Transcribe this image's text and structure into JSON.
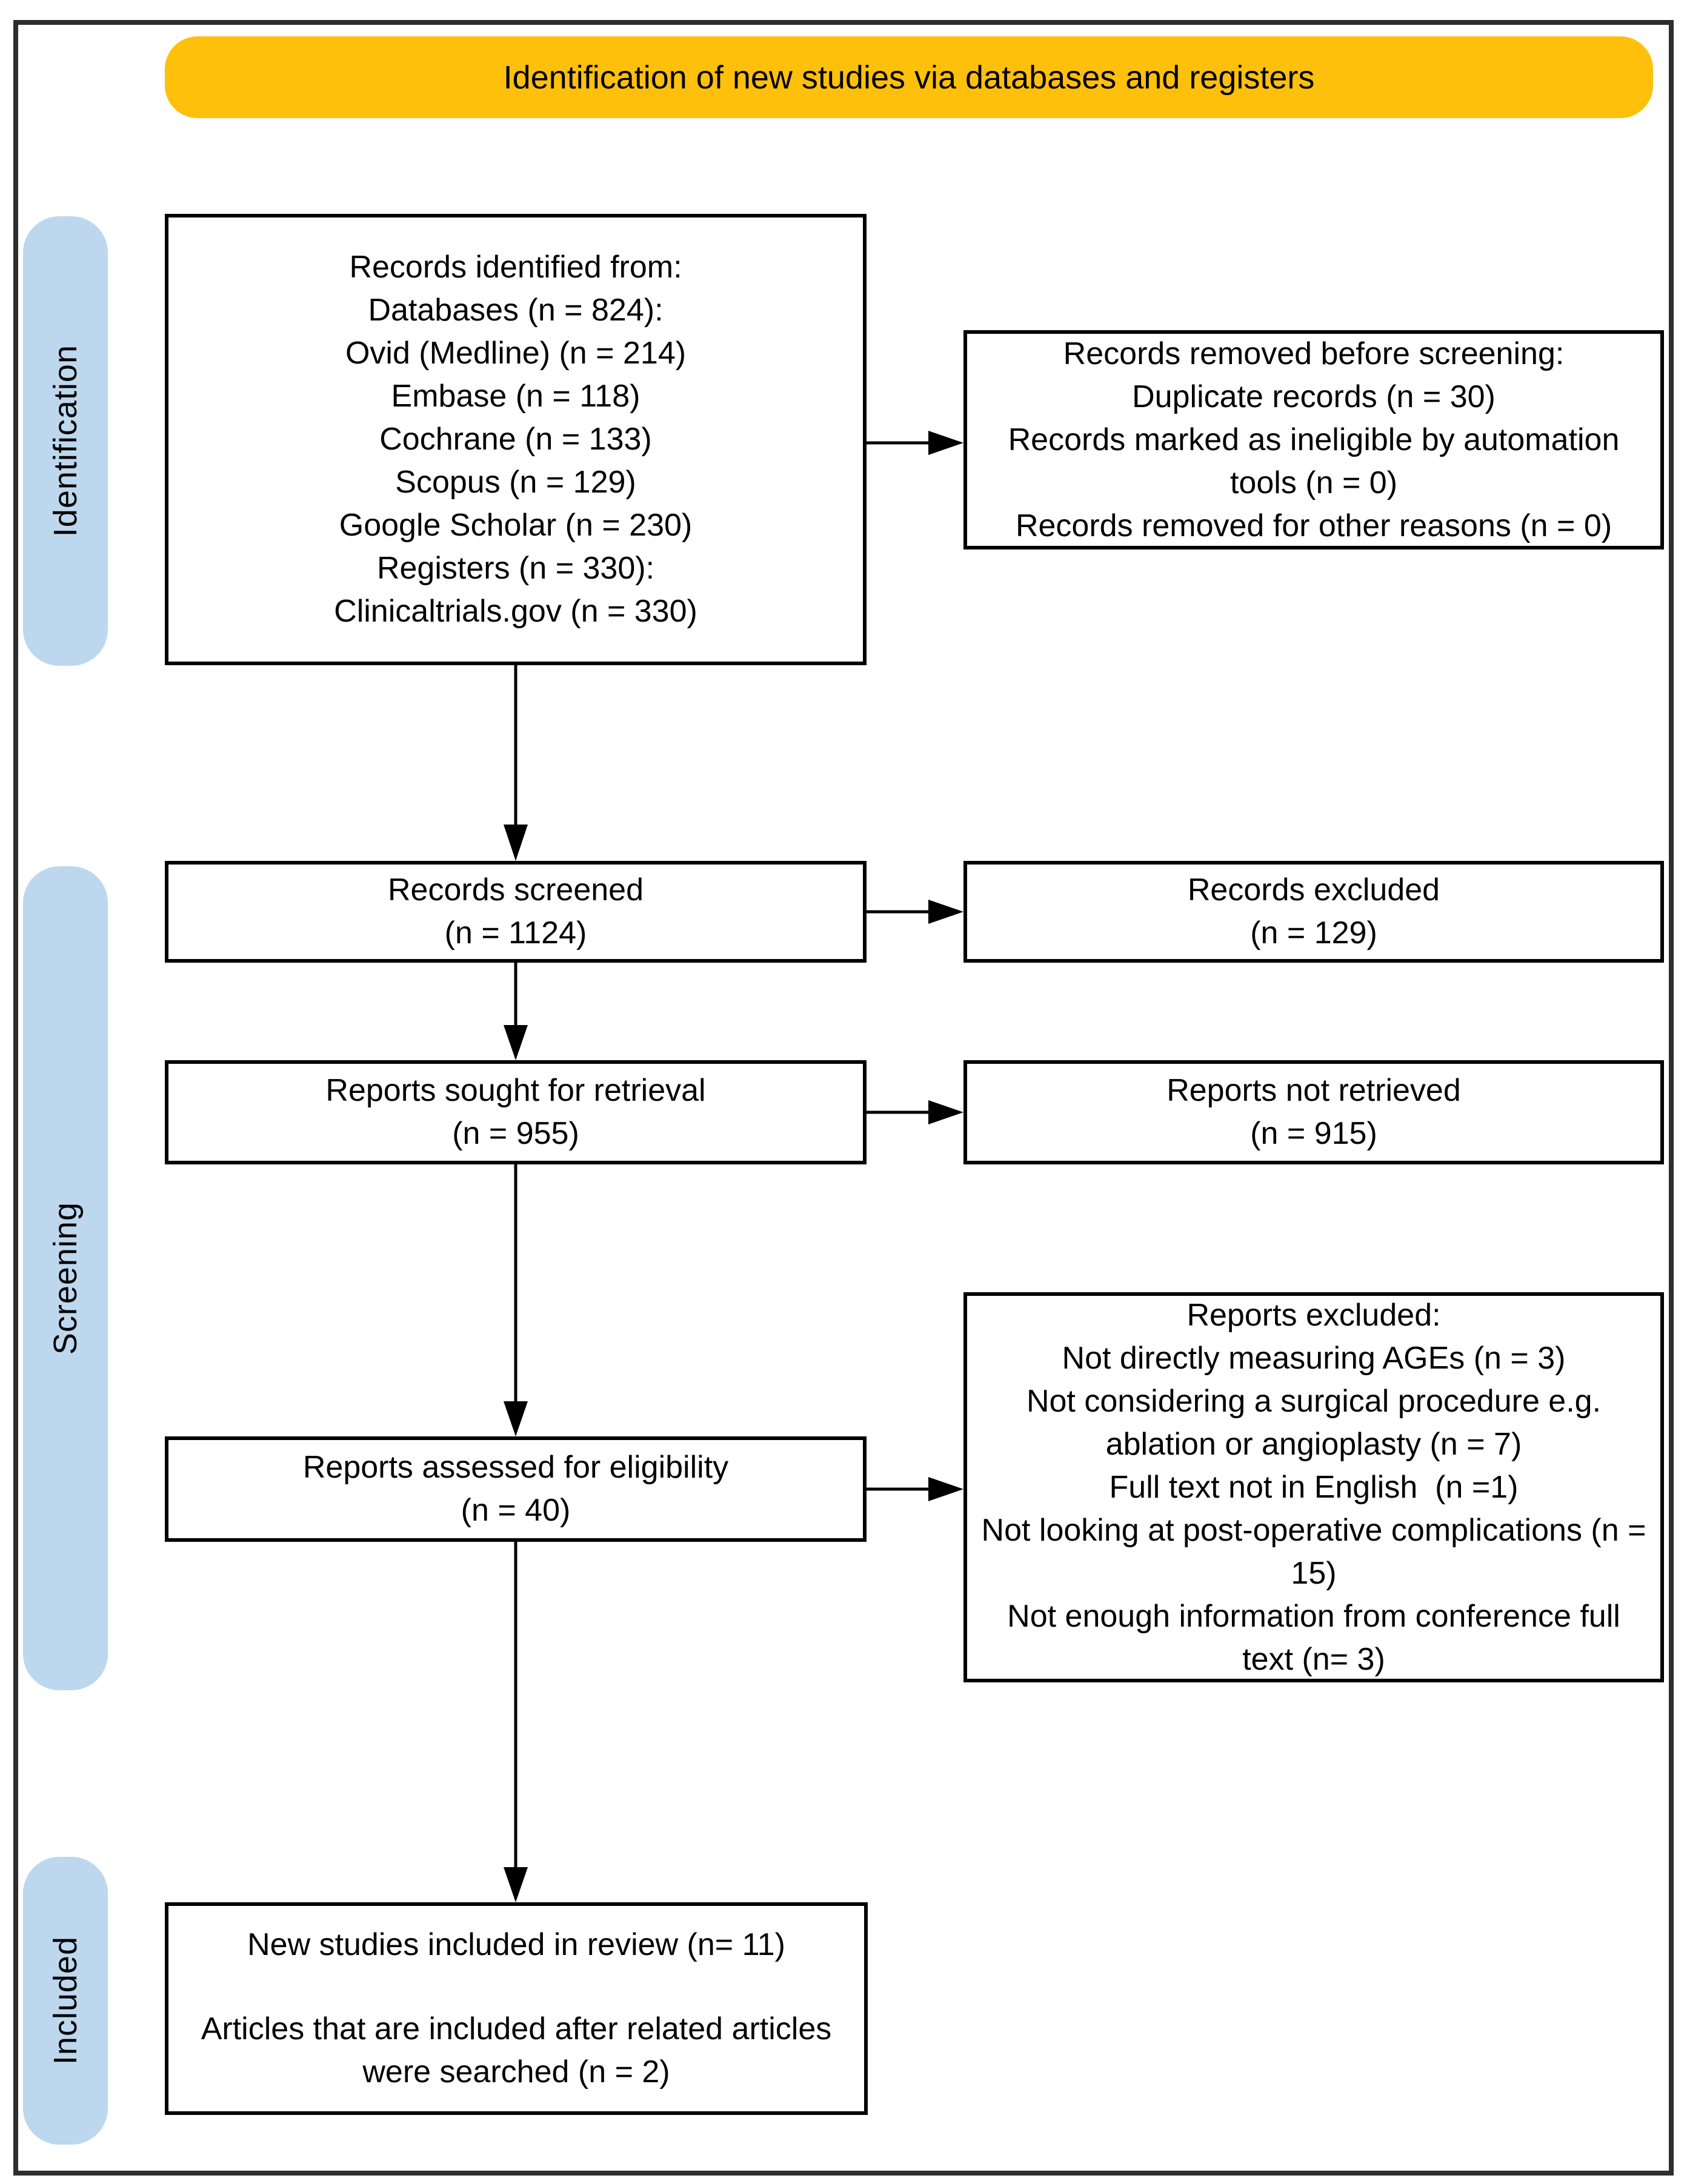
{
  "header": {
    "label": "Identification of new studies via databases and registers"
  },
  "sidebar": {
    "stages": [
      {
        "label": "Identification"
      },
      {
        "label": "Screening"
      },
      {
        "label": "Included"
      }
    ]
  },
  "flow": {
    "identified": {
      "lines": [
        "Records identified from:",
        "Databases (n = 824):",
        "Ovid (Medline) (n = 214)",
        "Embase (n = 118)",
        "Cochrane (n = 133)",
        "Scopus (n = 129)",
        "Google Scholar (n = 230)",
        "Registers (n = 330):",
        "Clinicaltrials.gov (n = 330)"
      ]
    },
    "removed": {
      "lines": [
        "Records removed before screening:",
        "Duplicate records (n = 30)",
        "Records marked as ineligible by automation tools (n = 0)",
        "Records removed for other reasons (n = 0)"
      ]
    },
    "screened": {
      "lines": [
        "Records screened",
        "(n = 1124)"
      ]
    },
    "excluded": {
      "lines": [
        "Records excluded",
        "(n = 129)"
      ]
    },
    "sought": {
      "lines": [
        "Reports sought for retrieval",
        "(n = 955)"
      ]
    },
    "not_retrieved": {
      "lines": [
        "Reports not retrieved",
        "(n = 915)"
      ]
    },
    "assessed": {
      "lines": [
        "Reports assessed for eligibility",
        "(n = 40)"
      ]
    },
    "reports_excluded": {
      "lines": [
        "Reports excluded:",
        "Not directly measuring AGEs (n = 3)",
        "Not considering a surgical procedure e.g. ablation or angioplasty (n = 7)",
        "Full text not in English  (n =1)",
        "Not looking at post-operative complications (n = 15)",
        "Not enough information from conference full text (n= 3)"
      ]
    },
    "included": {
      "paragraphs": [
        "New studies included in review (n= 11)",
        "Articles that are included after related articles were searched (n = 2)"
      ]
    }
  },
  "colors": {
    "header_bg": "#FFC00C",
    "stage_bg": "#BDD7EE",
    "box_border": "#000000",
    "outer_border": "#2E2E2E"
  }
}
